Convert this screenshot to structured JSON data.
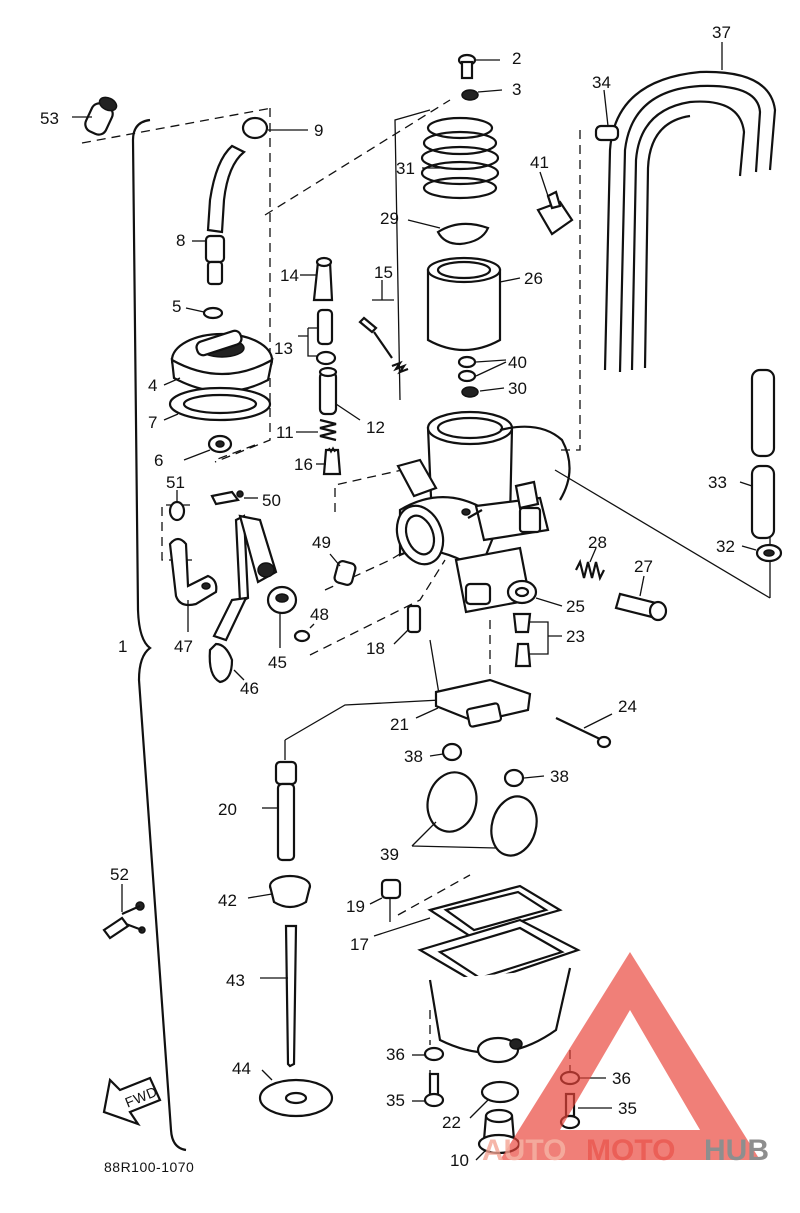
{
  "diagram": {
    "drawing_code": "88R100-1070",
    "fwd_label": "FWD",
    "callouts": {
      "c1": "1",
      "c2": "2",
      "c3": "3",
      "c4": "4",
      "c5": "5",
      "c6": "6",
      "c7": "7",
      "c8": "8",
      "c9": "9",
      "c10": "10",
      "c11": "11",
      "c12": "12",
      "c13": "13",
      "c14": "14",
      "c15": "15",
      "c16": "16",
      "c17": "17",
      "c18": "18",
      "c19": "19",
      "c20": "20",
      "c21": "21",
      "c22": "22",
      "c23": "23",
      "c24": "24",
      "c25": "25",
      "c26": "26",
      "c27": "27",
      "c28": "28",
      "c29": "29",
      "c30": "30",
      "c31": "31",
      "c32": "32",
      "c33": "33",
      "c34": "34",
      "c35": "35",
      "c35b": "35",
      "c36": "36",
      "c36b": "36",
      "c37": "37",
      "c38": "38",
      "c38b": "38",
      "c39": "39",
      "c40": "40",
      "c41": "41",
      "c42": "42",
      "c43": "43",
      "c44": "44",
      "c45": "45",
      "c46": "46",
      "c47": "47",
      "c48": "48",
      "c49": "49",
      "c50": "50",
      "c51": "51",
      "c52": "52",
      "c53": "53"
    }
  },
  "watermark": {
    "text_auto": "AUTO",
    "text_moto": "MOTO",
    "text_hub": "HUB",
    "color_primary": "#e8443a",
    "color_secondary": "#f3a08f",
    "color_hub": "#7b7b7b"
  }
}
